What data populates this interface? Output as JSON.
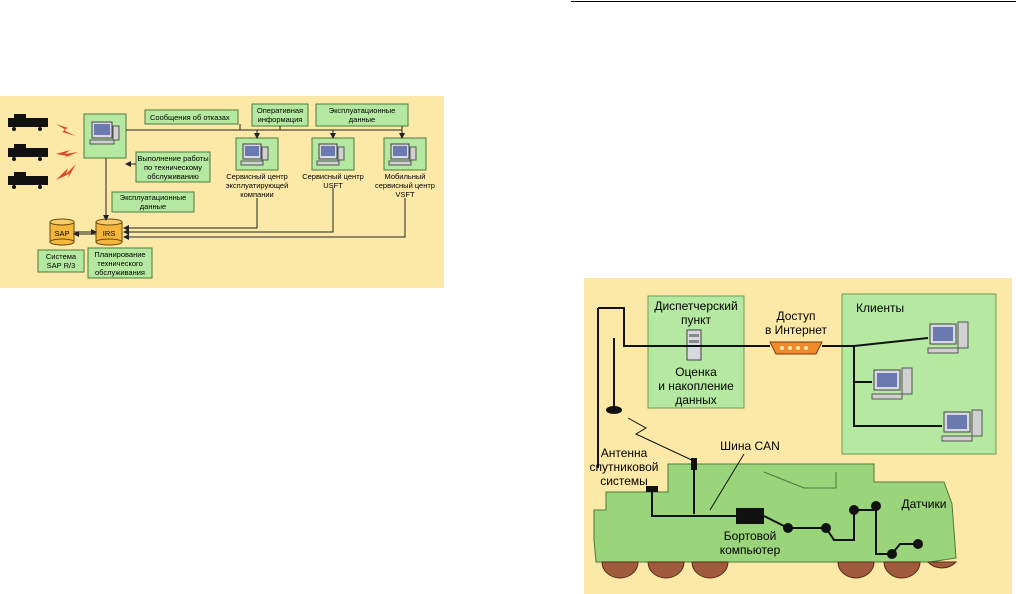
{
  "left_diagram": {
    "msg_failures": "Сообщения об отказах",
    "operational_info": [
      "Оперативная",
      "информация"
    ],
    "exploitation_data_top": [
      "Эксплуатационные",
      "данные"
    ],
    "maintenance_work": [
      "Выполнение работы",
      "по техническому",
      "обслуживанию"
    ],
    "exploitation_data_mid": [
      "Эксплуатационные",
      "данные"
    ],
    "service_center_operator": [
      "Сервисный центр",
      "эксплуатирующей",
      "компании"
    ],
    "service_center_usft": [
      "Сервисный центр",
      "USFT"
    ],
    "mobile_service_center": [
      "Мобильный",
      "сервисный центр",
      "VSFT"
    ],
    "sap_db": "SAP",
    "irs_db": "IRS",
    "sap_system": [
      "Система",
      "SAP R/3"
    ],
    "maintenance_planning": [
      "Планирование",
      "технического",
      "обслуживания"
    ]
  },
  "right_diagram": {
    "dispatch_point": [
      "Диспетчерский",
      "пункт"
    ],
    "evaluation_storage": [
      "Оценка",
      "и накопление",
      "данных"
    ],
    "internet_access": [
      "Доступ",
      "в Интернет"
    ],
    "clients": "Клиенты",
    "satellite_antenna": [
      "Антенна",
      "спутниковой",
      "системы"
    ],
    "can_bus": "Шина CAN",
    "onboard_computer": [
      "Бортовой",
      "компьютер"
    ],
    "sensors": "Датчики"
  },
  "colors": {
    "background": "#fce9a8",
    "box_green": "#b5e8a0",
    "box_border": "#4a7a3a",
    "db_orange": "#f4b73c",
    "loco_green": "#9ad57c",
    "wheel_brown": "#a05a3c",
    "modem_orange": "#f08a2a"
  }
}
